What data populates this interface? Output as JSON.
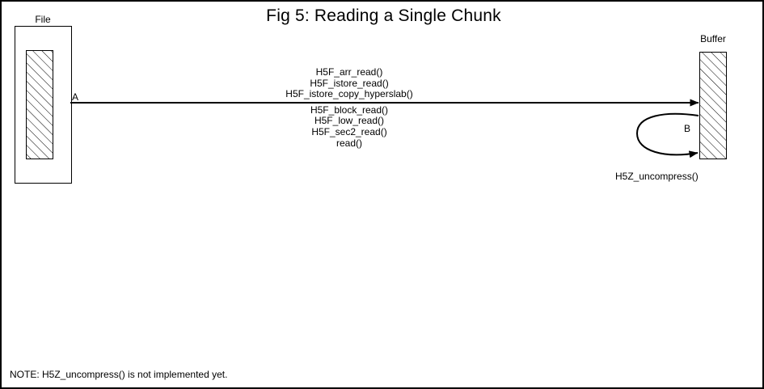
{
  "figure": {
    "title": "Fig 5:  Reading a Single Chunk",
    "note": "NOTE: H5Z_uncompress() is not implemented yet."
  },
  "nodes": {
    "file": {
      "label": "File",
      "inner_fill": "hatched"
    },
    "buffer": {
      "label": "Buffer",
      "inner_fill": "hatched"
    }
  },
  "edges": {
    "a": {
      "id": "A",
      "from": "file",
      "to": "buffer",
      "calls": [
        "H5F_arr_read()",
        "H5F_istore_read()",
        "H5F_istore_copy_hyperslab()",
        "H5F_block_read()",
        "H5F_low_read()",
        "H5F_sec2_read()",
        "read()"
      ]
    },
    "b": {
      "id": "B",
      "from": "buffer",
      "to": "buffer",
      "label": "H5Z_uncompress()"
    }
  },
  "colors": {
    "stroke": "#000000",
    "background": "#ffffff"
  }
}
